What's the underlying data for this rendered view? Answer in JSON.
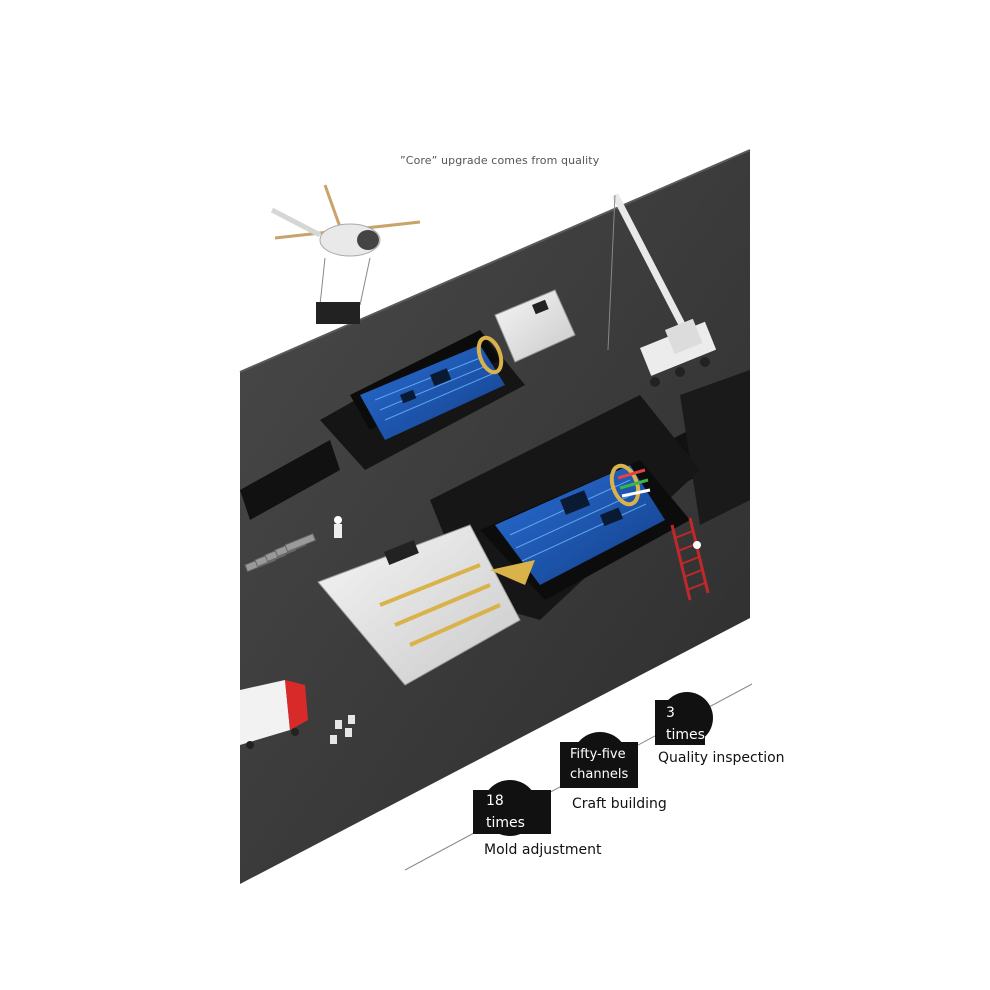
{
  "headline": "”Core” upgrade comes from quality",
  "callouts": [
    {
      "value": [
        "3",
        "times"
      ],
      "label": "Quality inspection"
    },
    {
      "value": [
        "Fifty-five",
        "channels"
      ],
      "label": "Craft building"
    },
    {
      "value": [
        "18",
        "times"
      ],
      "label": "Mold adjustment"
    }
  ],
  "colors": {
    "board": "#3a3a3a",
    "pcb": "#1f5fbf",
    "gold": "#d9b24a",
    "connector": "#e8e8e8",
    "truck_cab": "#d92a2a"
  },
  "icons": [
    "helicopter-icon",
    "crane-truck-icon",
    "ladder-icon",
    "truck-icon",
    "worker-icon"
  ]
}
